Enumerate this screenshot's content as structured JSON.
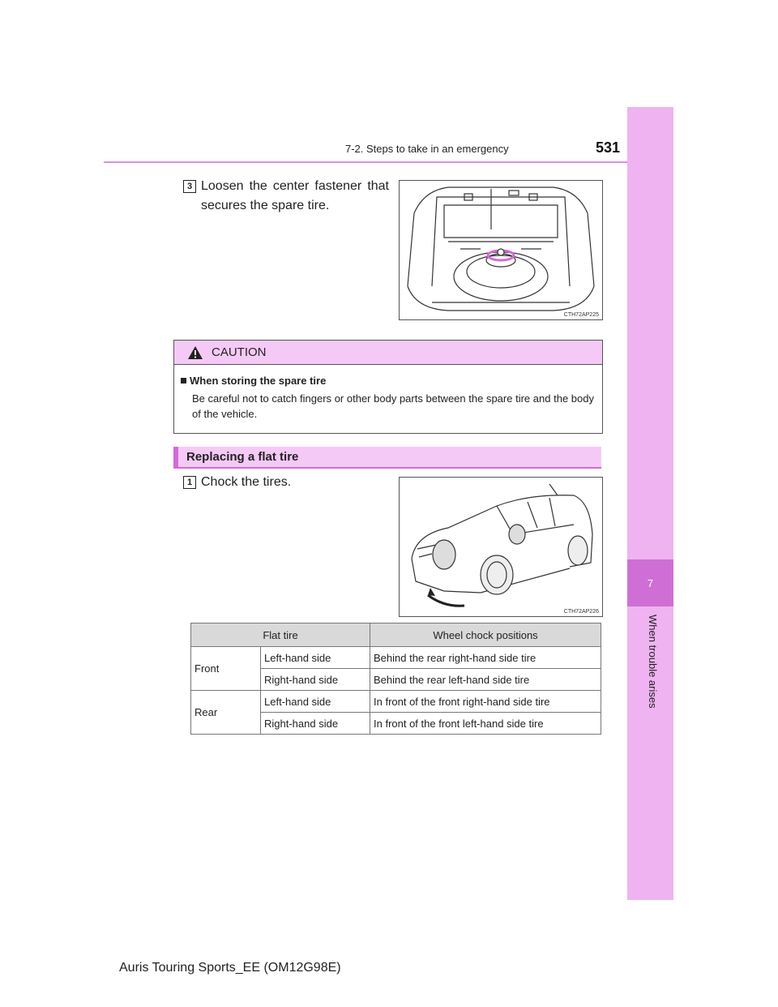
{
  "header": {
    "section": "7-2. Steps to take in an emergency",
    "page_number": "531"
  },
  "sidebar": {
    "chapter_number": "7",
    "chapter_title": "When trouble arises"
  },
  "step3": {
    "number": "3",
    "text": "Loosen the center fastener that secures the spare tire.",
    "figure_code": "CTH72AP225",
    "figure_icon": "trunk-spare-tire-illustration"
  },
  "caution": {
    "icon": "warning-triangle-icon",
    "title": "CAUTION",
    "subheading": "When storing the spare tire",
    "text": "Be careful not to catch fingers or other body parts between the spare tire and the body of the vehicle."
  },
  "section": {
    "title": "Replacing a flat tire"
  },
  "step1": {
    "number": "1",
    "text": "Chock the tires.",
    "figure_code": "CTH72AP226",
    "figure_icon": "car-wheel-chock-illustration"
  },
  "table": {
    "headers": [
      "Flat tire",
      "Wheel chock positions"
    ],
    "rows": [
      {
        "position": "Front",
        "side": "Left-hand side",
        "chock": "Behind the rear right-hand side tire"
      },
      {
        "position": "",
        "side": "Right-hand side",
        "chock": "Behind the rear left-hand side tire"
      },
      {
        "position": "Rear",
        "side": "Left-hand side",
        "chock": "In front of the front right-hand side tire"
      },
      {
        "position": "",
        "side": "Right-hand side",
        "chock": "In front of the front left-hand side tire"
      }
    ]
  },
  "footer": {
    "model": "Auris Touring Sports_EE (OM12G98E)"
  },
  "colors": {
    "accent_pink": "#eeb3f0",
    "accent_magenta": "#cf6fd6",
    "caution_header": "#f5c9f5"
  }
}
